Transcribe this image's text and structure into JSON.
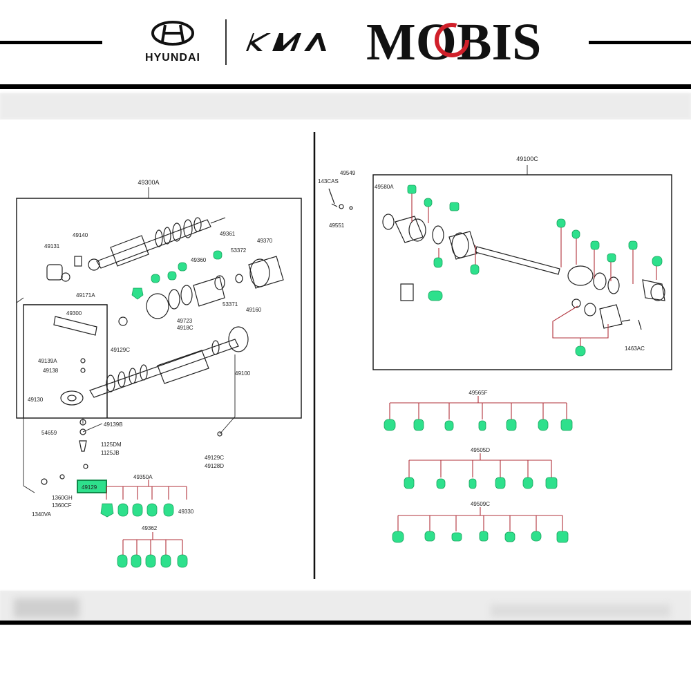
{
  "header": {
    "brands": [
      {
        "name": "HYUNDAI",
        "icon": "hyundai-logo-icon"
      },
      {
        "name": "KIA",
        "icon": "kia-logo-icon"
      },
      {
        "name": "MOBIS",
        "icon": "mobis-logo-icon"
      }
    ]
  },
  "colors": {
    "callout_fill": "#2ee08c",
    "callout_stroke": "#1aa35e",
    "tree_line": "#b0303a",
    "mobis_red": "#d0202a",
    "ink": "#222222"
  },
  "diagram": {
    "left_panel": {
      "labels": {
        "l49300A": "49300A",
        "l49131": "49131",
        "l49140": "49140",
        "l49171A": "49171A",
        "l49361": "49361",
        "l49370": "49370",
        "l53372": "53372",
        "l49360": "49360",
        "l49160": "49160",
        "l53371": "53371",
        "l49723": "49723",
        "l4918C": "4918C",
        "l49300": "49300",
        "l49129C": "49129C",
        "l49139A": "49139A",
        "l49138": "49138",
        "l49100": "49100",
        "l49130": "49130",
        "l49139B": "49139B",
        "l54659": "54659",
        "l1125DM": "1125DM",
        "l1125JB": "1125JB",
        "l49129C_b": "49129C",
        "l49128D": "49128D",
        "l49129": "49129",
        "l1360GH": "1360GH",
        "l1360CF": "1360CF",
        "l1340VA": "1340VA",
        "l49350A": "49350A",
        "l49330": "49330",
        "l49362": "49362"
      }
    },
    "right_panel": {
      "labels": {
        "l49100C": "49100C",
        "l49549": "49549",
        "l143CAS": "143CAS",
        "l49551": "49551",
        "l49580A": "49580A",
        "l1463AC": "1463AC",
        "l49565F": "49565F",
        "l49505D": "49505D",
        "l49509C": "49509C"
      }
    }
  }
}
